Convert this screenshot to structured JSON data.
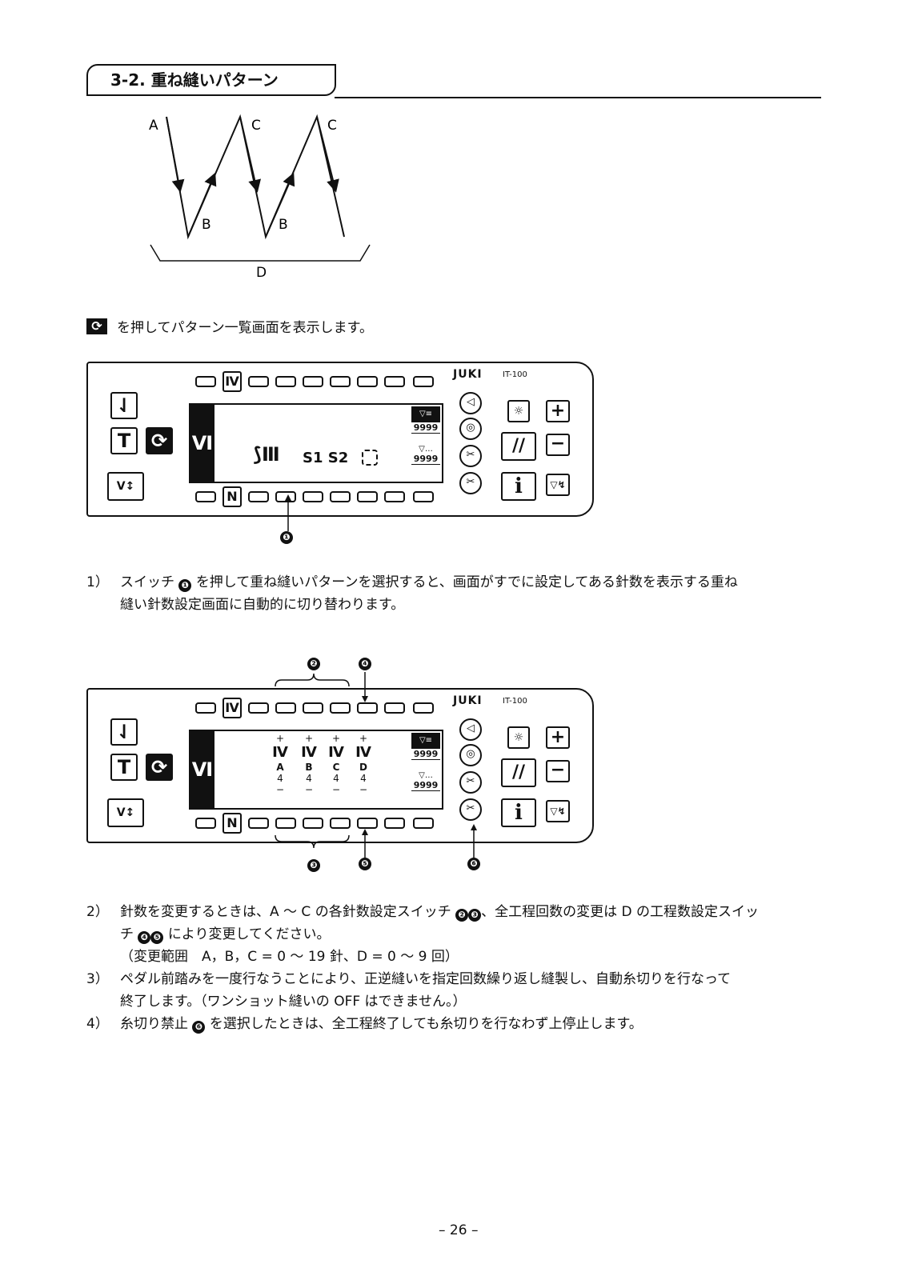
{
  "section_title": "3-2. 重ね縫いパターン",
  "diagram": {
    "labels": [
      "A",
      "C",
      "C",
      "B",
      "B",
      "D"
    ]
  },
  "intro": "を押してパターン一覧画面を表示します。",
  "panel": {
    "brand": "JUKI",
    "model": "IT-100",
    "count": "9999",
    "screen1_text": "S1 S2",
    "steps": [
      "A",
      "B",
      "C",
      "D"
    ],
    "step_values": [
      "4",
      "4",
      "4",
      "4"
    ]
  },
  "callouts": [
    "❶",
    "❷",
    "❸",
    "❹",
    "❺",
    "❻"
  ],
  "step1": {
    "no": "1）",
    "a": "スイッチ",
    "b": "を押して重ね縫いパターンを選択すると、画面がすでに設定してある針数を表示する重ね",
    "c": "縫い針数設定画面に自動的に切り替わります。"
  },
  "step2": {
    "no": "2）",
    "a": "針数を変更するときは、A ～ C の各針数設定スイッチ",
    "b": "、全工程回数の変更は D の工程数設定スイッ",
    "c": "チ",
    "d": "により変更してください。",
    "e": "（変更範囲　A，B，C = 0 ～ 19 針、D = 0 ～ 9 回）"
  },
  "step3": {
    "no": "3）",
    "a": "ペダル前踏みを一度行なうことにより、正逆縫いを指定回数繰り返し縫製し、自動糸切りを行なって",
    "b": "終了します。（ワンショット縫いの OFF はできません。）"
  },
  "step4": {
    "no": "4）",
    "a": "糸切り禁止",
    "b": "を選択したときは、全工程終了しても糸切りを行なわず上停止します。"
  },
  "page_number": "– 26 –"
}
